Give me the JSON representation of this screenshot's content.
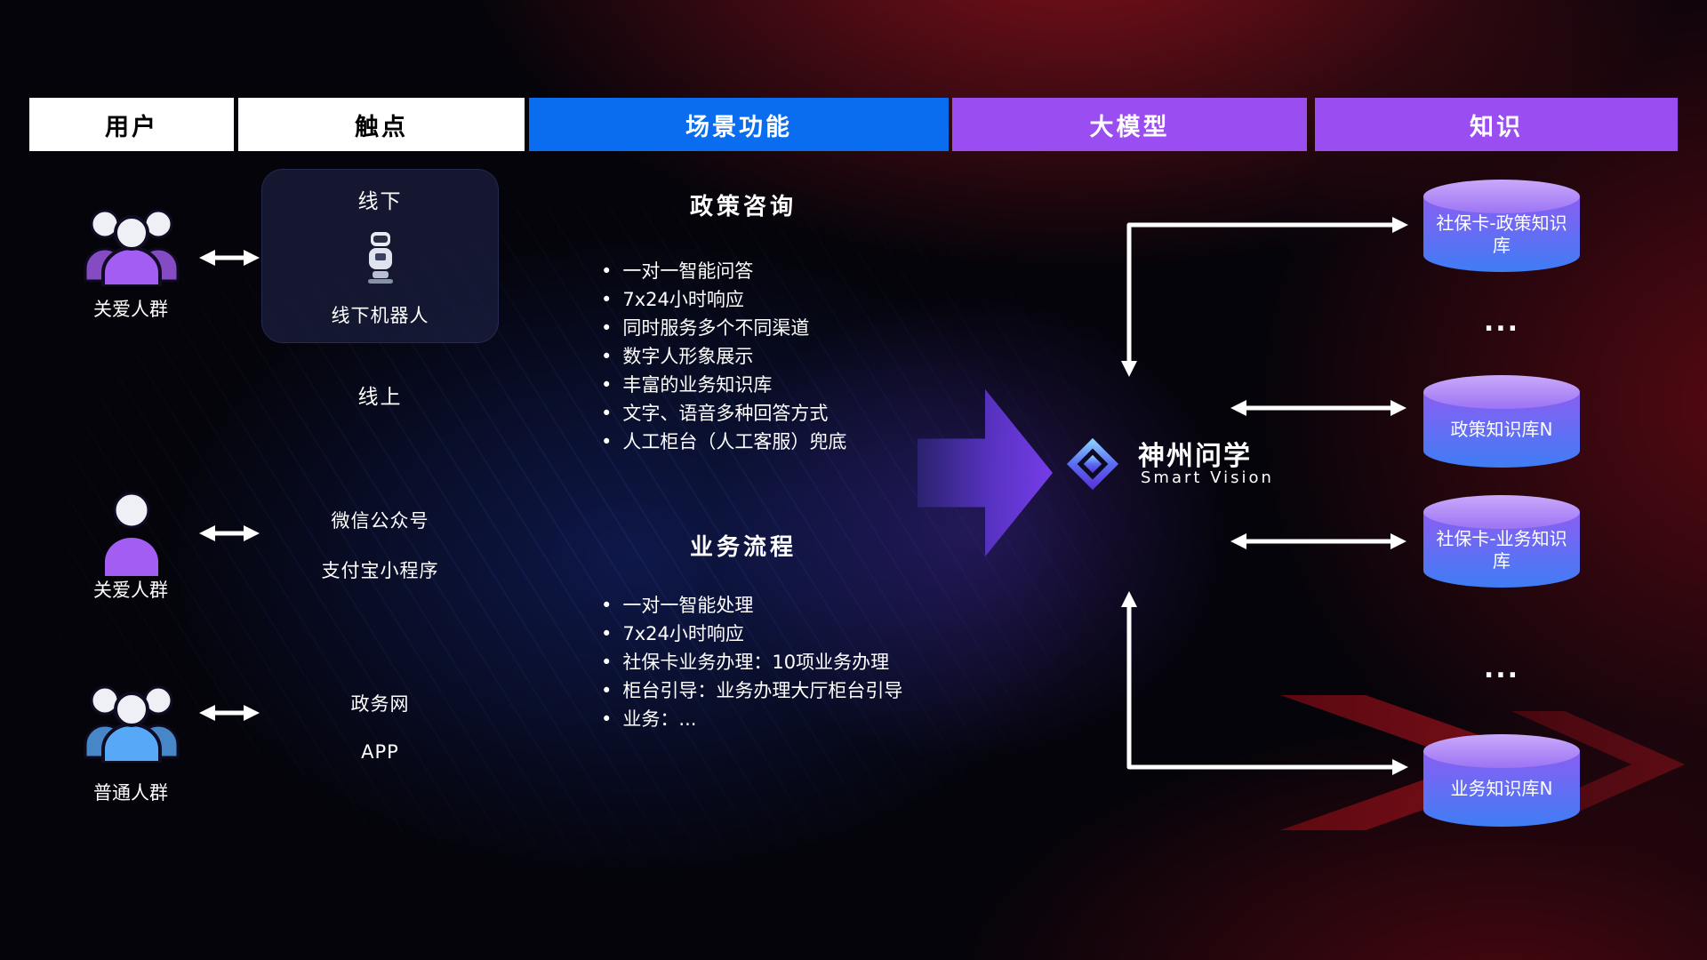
{
  "headers": [
    {
      "label": "用户"
    },
    {
      "label": "触点"
    },
    {
      "label": "场景功能"
    },
    {
      "label": "大模型"
    },
    {
      "label": "知识"
    }
  ],
  "users": [
    {
      "label": "关爱人群",
      "icon": "group-icon",
      "color": "#a45df2"
    },
    {
      "label": "关爱人群",
      "icon": "person-icon",
      "color": "#a45df2"
    },
    {
      "label": "普通人群",
      "icon": "group-icon",
      "color": "#58a8f8"
    }
  ],
  "touchpoints": {
    "offline": {
      "title": "线下",
      "caption": "线下机器人"
    },
    "online_label": "线上",
    "channels": [
      "微信公众号",
      "支付宝小程序",
      "政务网",
      "APP"
    ]
  },
  "scenarios": [
    {
      "title": "政策咨询",
      "items": [
        "一对一智能问答",
        "7x24小时响应",
        "同时服务多个不同渠道",
        "数字人形象展示",
        "丰富的业务知识库",
        "文字、语音多种回答方式",
        "人工柜台（人工客服）兜底"
      ]
    },
    {
      "title": "业务流程",
      "items": [
        "一对一智能处理",
        "7x24小时响应",
        "社保卡业务办理：10项业务办理",
        "柜台引导：业务办理大厅柜台引导",
        "业务：..."
      ]
    }
  ],
  "model": {
    "name": "神州问学",
    "subtitle": "Smart Vision"
  },
  "knowledge": {
    "items": [
      "社保卡-政策知识库",
      "...",
      "政策知识库N",
      "社保卡-业务知识库",
      "...",
      "业务知识库N"
    ]
  },
  "colors": {
    "header_blue": "#0a6cee",
    "header_purple": "#9a4df0",
    "cylinder_top": "#c9a9fa",
    "cylinder_body_top": "#8a5ef2",
    "cylinder_body_bottom": "#3f7df5",
    "big_arrow_purple": "#7b3ff2",
    "connector_white": "#ffffff",
    "decor_red": "#a31420"
  }
}
